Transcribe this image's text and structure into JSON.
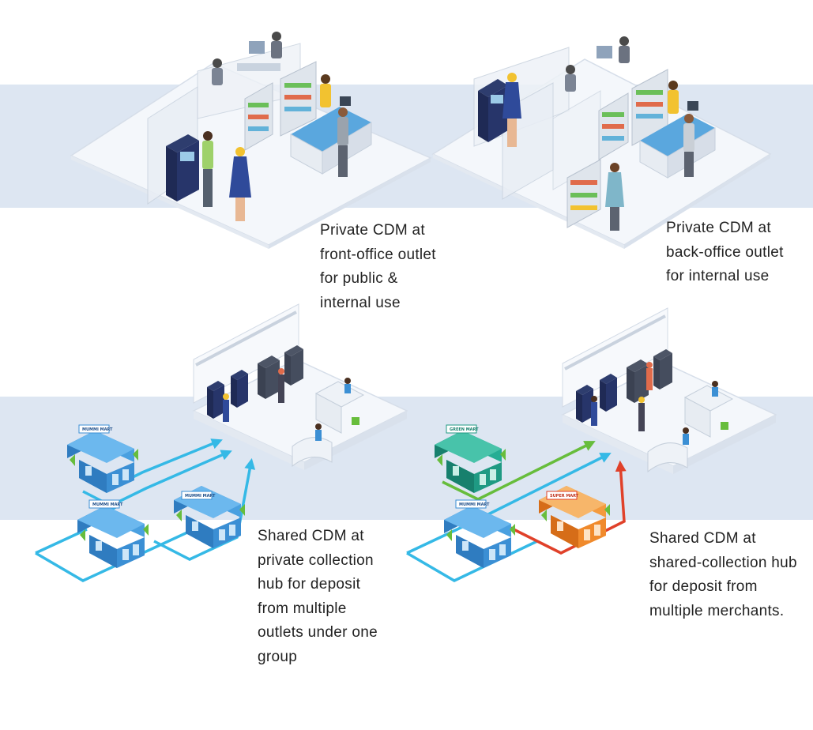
{
  "colors": {
    "band": "#dde6f2",
    "floor": "#f4f7fb",
    "floor_edge": "#d6dee9",
    "arrow_cyan": "#35b9e6",
    "arrow_green": "#67bd3c",
    "arrow_red": "#e0412a",
    "building_blue": "#3b8fd4",
    "building_teal": "#1f9a83",
    "building_orange": "#f08a2c",
    "atm_navy": "#1f2a55",
    "text": "#222222"
  },
  "captions": {
    "private_front_office": [
      "Private CDM at",
      "front-office outlet",
      "for public &",
      "internal use"
    ],
    "private_back_office": [
      "Private CDM at",
      "back-office outlet",
      "for internal use"
    ],
    "shared_private_hub": [
      "Shared CDM at",
      "private collection",
      "hub for deposit",
      "from multiple",
      "outlets under one",
      "group"
    ],
    "shared_collection_hub": [
      "Shared CDM at",
      "shared-collection hub",
      "for deposit from",
      "multiple merchants."
    ]
  },
  "store_signs": {
    "blue": "MUMMI MART",
    "green": "GREEN MART",
    "orange": "SUPER MART"
  },
  "icons": {
    "cdm": "cash-deposit-machine-icon",
    "store": "storefront-icon",
    "person": "person-icon",
    "shelf": "shelf-icon",
    "counter": "cashier-counter-icon",
    "arrow": "route-arrow-icon"
  }
}
